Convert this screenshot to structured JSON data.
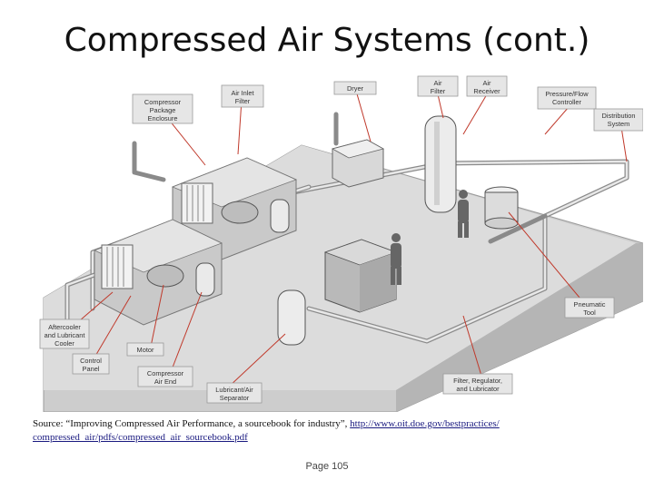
{
  "slide": {
    "title": "Compressed Air Systems (cont.)",
    "page_number": "Page 105"
  },
  "source": {
    "prefix": "Source:  “Improving Compressed Air Performance, a sourcebook for industry”, ",
    "link_line1": "http://www.oit.doe.gov/bestpractices/",
    "link_line2": "compressed_air/pdfs/compressed_air_sourcebook.pdf"
  },
  "diagram": {
    "labels": {
      "compressor_package_enclosure": [
        "Compressor",
        "Package",
        "Enclosure"
      ],
      "air_inlet_filter": [
        "Air Inlet",
        "Filter"
      ],
      "dryer": [
        "Dryer"
      ],
      "air_filter": [
        "Air",
        "Filter"
      ],
      "air_receiver": [
        "Air",
        "Receiver"
      ],
      "pressure_flow_controller": [
        "Pressure/Flow",
        "Controller"
      ],
      "distribution_system": [
        "Distribution",
        "System"
      ],
      "pneumatic_tool": [
        "Pneumatic",
        "Tool"
      ],
      "aftercooler": [
        "Aftercooler",
        "and Lubricant",
        "Cooler"
      ],
      "motor": [
        "Motor"
      ],
      "control_panel": [
        "Control",
        "Panel"
      ],
      "compressor_air_end": [
        "Compressor",
        "Air End"
      ],
      "lubricant_air_separator": [
        "Lubricant/Air",
        "Separator"
      ],
      "filter_regulator_lubricator": [
        "Filter, Regulator,",
        "and Lubricator"
      ]
    }
  }
}
